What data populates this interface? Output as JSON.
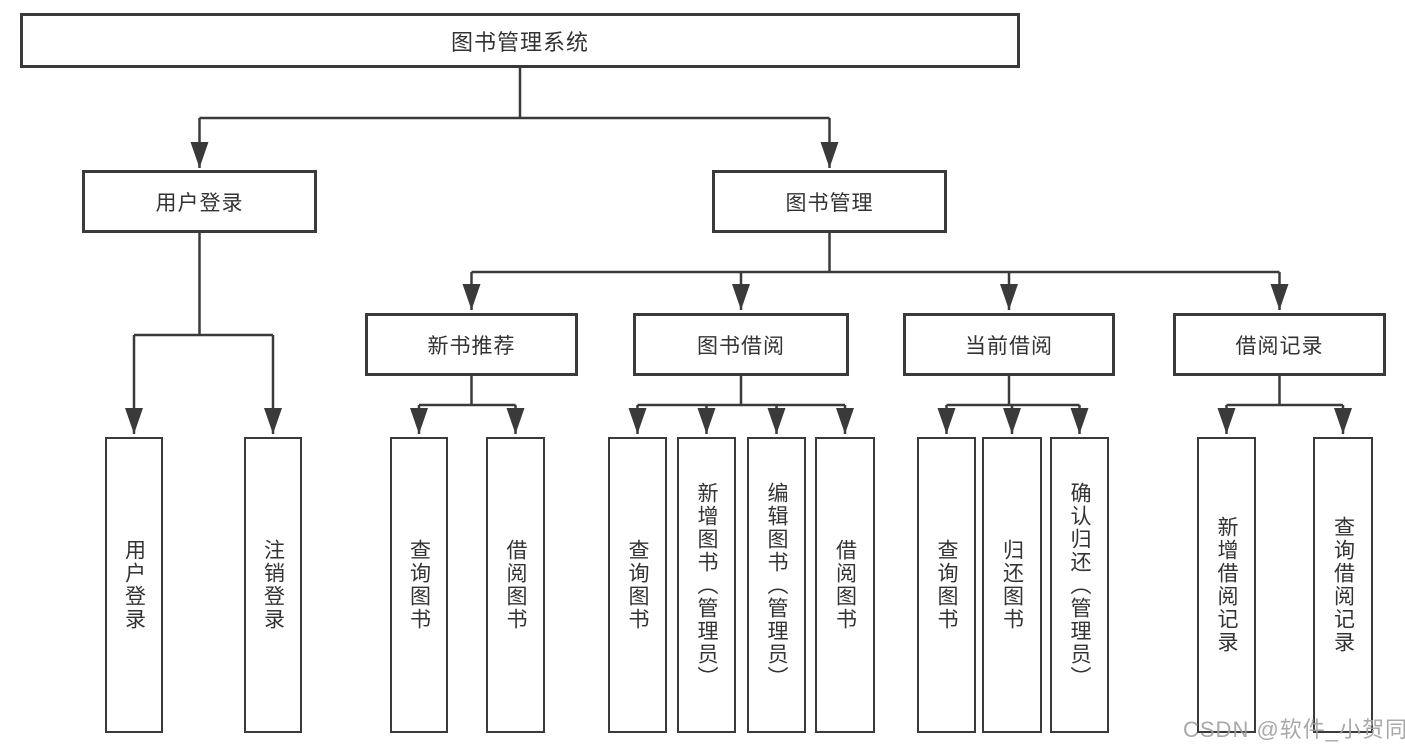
{
  "nodes": {
    "root": {
      "label": "图书管理系统"
    },
    "user_login": {
      "label": "用户登录"
    },
    "book_management": {
      "label": "图书管理"
    },
    "new_book_recommend": {
      "label": "新书推荐"
    },
    "book_borrowing": {
      "label": "图书借阅"
    },
    "current_borrowing": {
      "label": "当前借阅"
    },
    "borrowing_records": {
      "label": "借阅记录"
    },
    "user_login_leaf": {
      "label": "用户登录"
    },
    "logout_leaf": {
      "label": "注销登录"
    },
    "nbr_query_books": {
      "label": "查询图书"
    },
    "nbr_borrow_books": {
      "label": "借阅图书"
    },
    "bb_query_books": {
      "label": "查询图书"
    },
    "bb_add_books": {
      "label": "新增图书（管理员）"
    },
    "bb_edit_books": {
      "label": "编辑图书（管理员）"
    },
    "bb_borrow_books": {
      "label": "借阅图书"
    },
    "cb_query_books": {
      "label": "查询图书"
    },
    "cb_return_books": {
      "label": "归还图书"
    },
    "cb_confirm_return": {
      "label": "确认归还（管理员）"
    },
    "br_add_record": {
      "label": "新增借阅记录"
    },
    "br_query_record": {
      "label": "查询借阅记录"
    }
  },
  "watermark": {
    "text": "CSDN @软件_小贺同学"
  },
  "colors": {
    "line": "#3a3a3a",
    "text": "#333333",
    "watermark": "#a0a0a0",
    "background": "#ffffff"
  }
}
